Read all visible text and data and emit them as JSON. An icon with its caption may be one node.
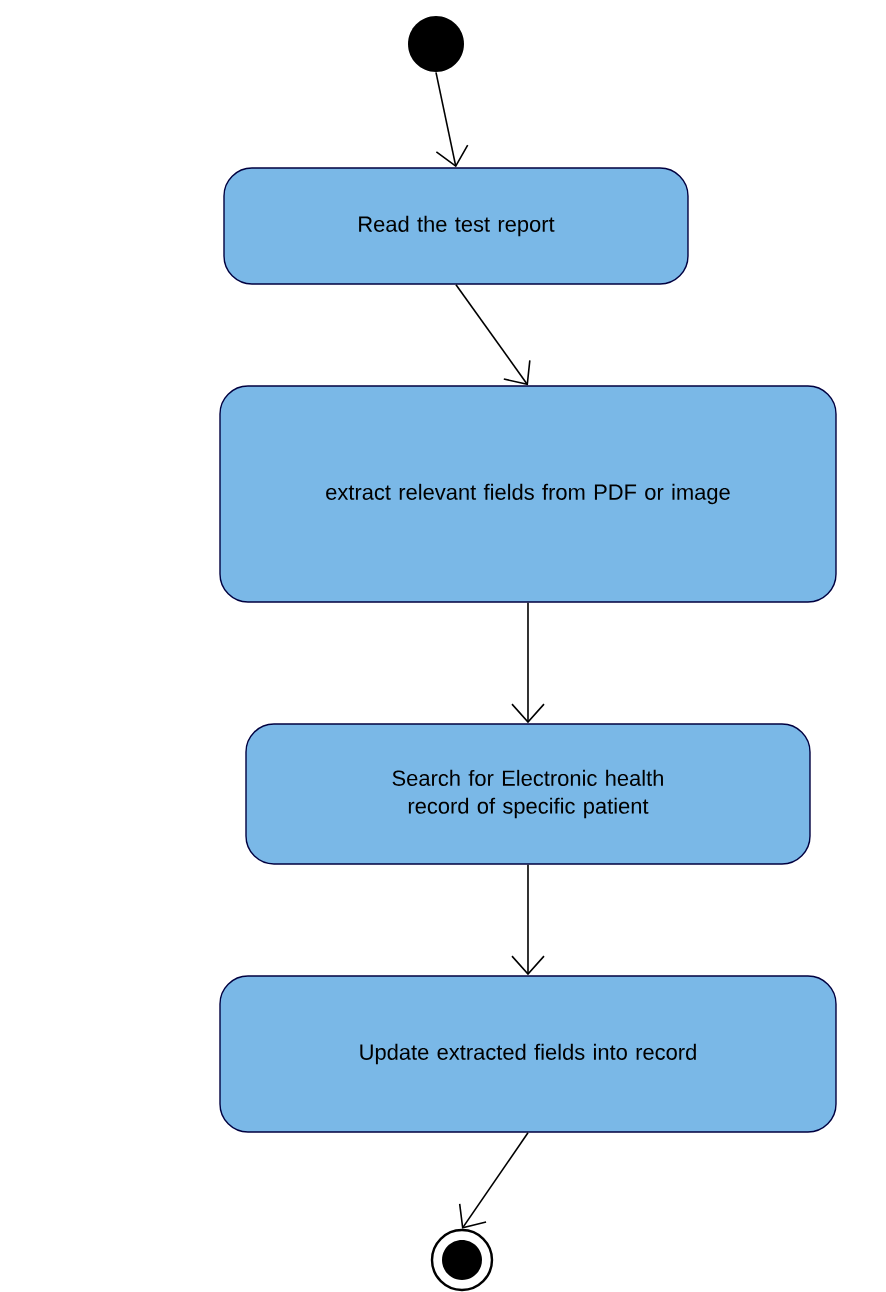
{
  "diagram": {
    "nodes": [
      {
        "text": [],
        "shape": "circle"
      },
      {
        "text": [
          "Read the test report"
        ]
      },
      {
        "text": [
          "extract relevant fields from PDF or image"
        ]
      },
      {
        "text": [
          "Search for Electronic health record of specific patient"
        ]
      },
      {
        "text": [
          "Update extracted fields into record"
        ]
      },
      {
        "text": [],
        "shape": "circle"
      }
    ],
    "edges": [
      {
        "from": 0,
        "to": 1,
        "arrow": "to"
      },
      {
        "from": 1,
        "to": 2,
        "arrow": "to"
      },
      {
        "from": 2,
        "to": 3,
        "arrow": "to"
      },
      {
        "from": 3,
        "to": 4,
        "arrow": "to"
      },
      {
        "from": 4,
        "to": 5,
        "arrow": "to"
      }
    ]
  }
}
